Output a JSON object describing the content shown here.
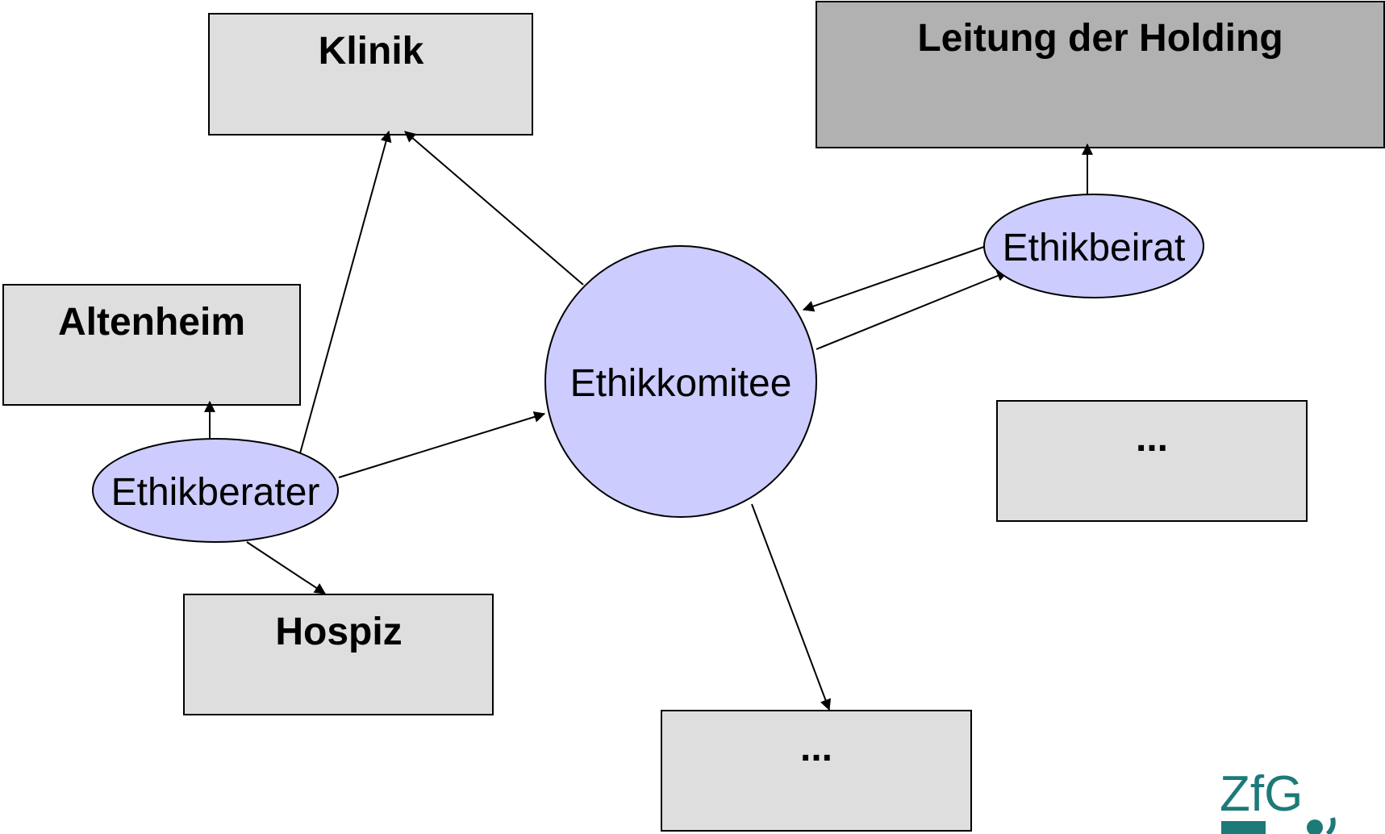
{
  "colors": {
    "box_fill": "#dedede",
    "holding_fill": "#b1b1b1",
    "node_fill": "#ccccfe",
    "logo": "#1c7a78",
    "stroke": "#000000"
  },
  "boxes": {
    "klinik": "Klinik",
    "holding": "Leitung der Holding",
    "altenheim": "Altenheim",
    "hospiz": "Hospiz",
    "more_right": "...",
    "more_bottom": "..."
  },
  "nodes": {
    "ethikkomitee": "Ethikkomitee",
    "ethikberater": "Ethikberater",
    "ethikbeirat": "Ethikbeirat"
  },
  "logo": {
    "text": "ZfG"
  }
}
